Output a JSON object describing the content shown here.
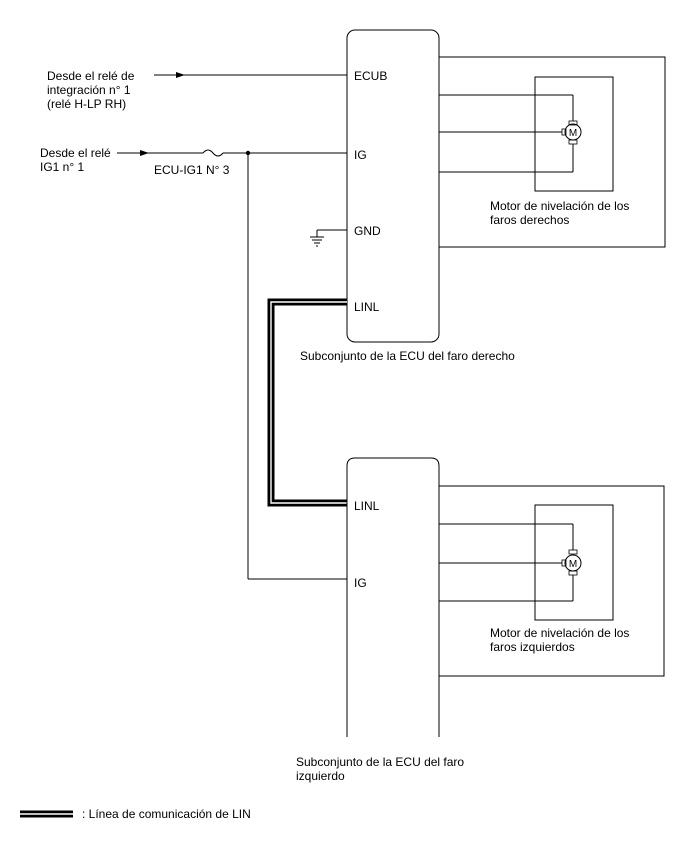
{
  "sources": {
    "ecub_line1": "Desde el relé de",
    "ecub_line2": "integración n° 1",
    "ecub_line3": "(relé H-LP RH)",
    "ig_line1": "Desde el relé",
    "ig_line2": "IG1 n° 1"
  },
  "fuse": {
    "label": "ECU-IG1 N° 3"
  },
  "right_ecu": {
    "label": "Subconjunto de la ECU del faro derecho",
    "pins": {
      "ecub": "ECUB",
      "ig": "IG",
      "gnd": "GND",
      "linl": "LINL"
    }
  },
  "left_ecu": {
    "label_line1": "Subconjunto de la ECU del faro",
    "label_line2": "izquierdo",
    "pins": {
      "linl": "LINL",
      "ig": "IG"
    }
  },
  "right_motor": {
    "label_line1": "Motor de nivelación de los",
    "label_line2": "faros derechos",
    "symbol": "M"
  },
  "left_motor": {
    "label_line1": "Motor de nivelación de los",
    "label_line2": "faros izquierdos",
    "symbol": "M"
  },
  "legend": {
    "label": ": Línea de comunicación de LIN"
  }
}
